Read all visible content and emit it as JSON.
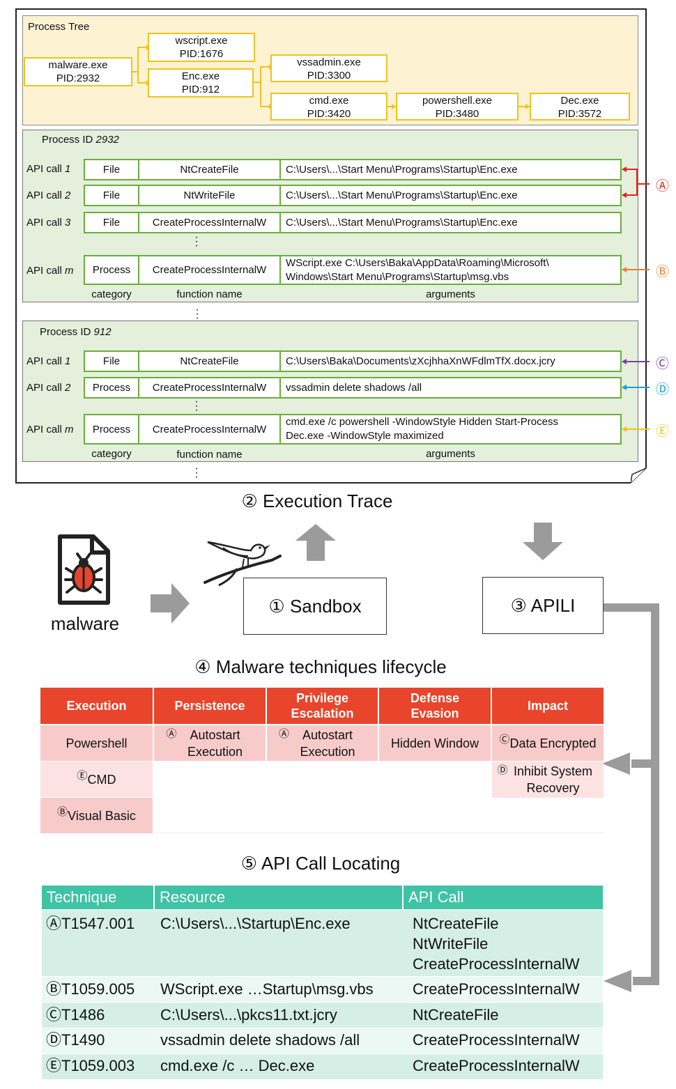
{
  "process_tree": {
    "title": "Process Tree",
    "nodes": [
      {
        "id": "malware",
        "name": "malware.exe",
        "pid": "PID:2932"
      },
      {
        "id": "wscript",
        "name": "wscript.exe",
        "pid": "PID:1676"
      },
      {
        "id": "enc",
        "name": "Enc.exe",
        "pid": "PID:912"
      },
      {
        "id": "vssadmin",
        "name": "vssadmin.exe",
        "pid": "PID:3300"
      },
      {
        "id": "cmd",
        "name": "cmd.exe",
        "pid": "PID:3420"
      },
      {
        "id": "powershell",
        "name": "powershell.exe",
        "pid": "PID:3480"
      },
      {
        "id": "dec",
        "name": "Dec.exe",
        "pid": "PID:3572"
      }
    ]
  },
  "pid_panels": [
    {
      "title_prefix": "Process ID ",
      "pid": "2932",
      "calls": [
        {
          "label": "API call ",
          "idx": "1",
          "category": "File",
          "function": "NtCreateFile",
          "args": [
            "C:\\Users\\...\\Start Menu\\Programs\\Startup\\Enc.exe"
          ]
        },
        {
          "label": "API call ",
          "idx": "2",
          "category": "File",
          "function": "NtWriteFile",
          "args": [
            "C:\\Users\\...\\Start Menu\\Programs\\Startup\\Enc.exe"
          ]
        },
        {
          "label": "API call ",
          "idx": "3",
          "category": "File",
          "function": "CreateProcessInternalW",
          "args": [
            "C:\\Users\\...\\Start Menu\\Programs\\Startup\\Enc.exe"
          ]
        },
        {
          "label": "API call ",
          "idx": "m",
          "category": "Process",
          "function": "CreateProcessInternalW",
          "args": [
            "WScript.exe C:\\Users\\Baka\\AppData\\Roaming\\Microsoft\\",
            "Windows\\Start Menu\\Programs\\Startup\\msg.vbs"
          ]
        }
      ],
      "col_headers": {
        "category": "category",
        "function": "function name",
        "arguments": "arguments"
      }
    },
    {
      "title_prefix": "Process ID ",
      "pid": "912",
      "calls": [
        {
          "label": "API call ",
          "idx": "1",
          "category": "File",
          "function": "NtCreateFile",
          "args": [
            "C:\\Users\\Baka\\Documents\\zXcjhhaXnWFdlmTfX.docx.jcry"
          ]
        },
        {
          "label": "API call ",
          "idx": "2",
          "category": "Process",
          "function": "CreateProcessInternalW",
          "args": [
            "vssadmin delete shadows /all"
          ]
        },
        {
          "label": "API call ",
          "idx": "m",
          "category": "Process",
          "function": "CreateProcessInternalW",
          "args": [
            "cmd.exe /c powershell -WindowStyle Hidden Start-Process",
            "Dec.exe -WindowStyle maximized"
          ]
        }
      ],
      "col_headers": {
        "category": "category",
        "function": "function name",
        "arguments": "arguments"
      }
    }
  ],
  "markers": {
    "A": {
      "glyph": "Ⓐ",
      "color": "#e0251b"
    },
    "B": {
      "glyph": "Ⓑ",
      "color": "#ef7d2b"
    },
    "C": {
      "glyph": "Ⓒ",
      "color": "#7b3aa6"
    },
    "D": {
      "glyph": "Ⓓ",
      "color": "#18a1dc"
    },
    "E": {
      "glyph": "Ⓔ",
      "color": "#f0c419"
    }
  },
  "workflow": {
    "trace_title": "② Execution Trace",
    "malware_label": "malware",
    "sandbox_label": "① Sandbox",
    "apili_label": "③ APILI",
    "arrow_color": "#9b9b9b",
    "icons": [
      "file-bug-icon",
      "bird-icon"
    ]
  },
  "lifecycle": {
    "title": "④ Malware techniques lifecycle",
    "header_color": "#e8452c",
    "columns": [
      {
        "name": "Execution",
        "cells": [
          {
            "mark": "",
            "text": "Powershell"
          },
          {
            "mark": "Ⓔ",
            "text": "CMD"
          },
          {
            "mark": "Ⓑ",
            "text": "Visual Basic"
          }
        ]
      },
      {
        "name": "Persistence",
        "cells": [
          {
            "mark": "Ⓐ",
            "text": "Autostart Execution"
          }
        ]
      },
      {
        "name": "Privilege Escalation",
        "cells": [
          {
            "mark": "Ⓐ",
            "text": "Autostart Execution"
          }
        ]
      },
      {
        "name": "Defense Evasion",
        "cells": [
          {
            "mark": "",
            "text": "Hidden Window"
          }
        ]
      },
      {
        "name": "Impact",
        "cells": [
          {
            "mark": "Ⓒ",
            "text": "Data Encrypted"
          },
          {
            "mark": "Ⓓ",
            "text": "Inhibit System Recovery"
          }
        ]
      }
    ]
  },
  "api_locating": {
    "title": "⑤ API Call Locating",
    "header_color": "#3ec3a5",
    "headers": [
      "Technique",
      "Resource",
      "API Call"
    ],
    "rows": [
      {
        "technique": "ⒶT1547.001",
        "resource": "C:\\Users\\...\\Startup\\Enc.exe",
        "api": [
          "NtCreateFile",
          "NtWriteFile",
          "CreateProcessInternalW"
        ]
      },
      {
        "technique": "ⒷT1059.005",
        "resource": "WScript.exe …Startup\\msg.vbs",
        "api": [
          "CreateProcessInternalW"
        ]
      },
      {
        "technique": "ⒸT1486",
        "resource": "C:\\Users\\...\\pkcs11.txt.jcry",
        "api": [
          "NtCreateFile"
        ]
      },
      {
        "technique": "ⒹT1490",
        "resource": "vssadmin delete shadows /all",
        "api": [
          "CreateProcessInternalW"
        ]
      },
      {
        "technique": "ⒺT1059.003",
        "resource": "cmd.exe /c … Dec.exe",
        "api": [
          "CreateProcessInternalW"
        ]
      }
    ]
  }
}
